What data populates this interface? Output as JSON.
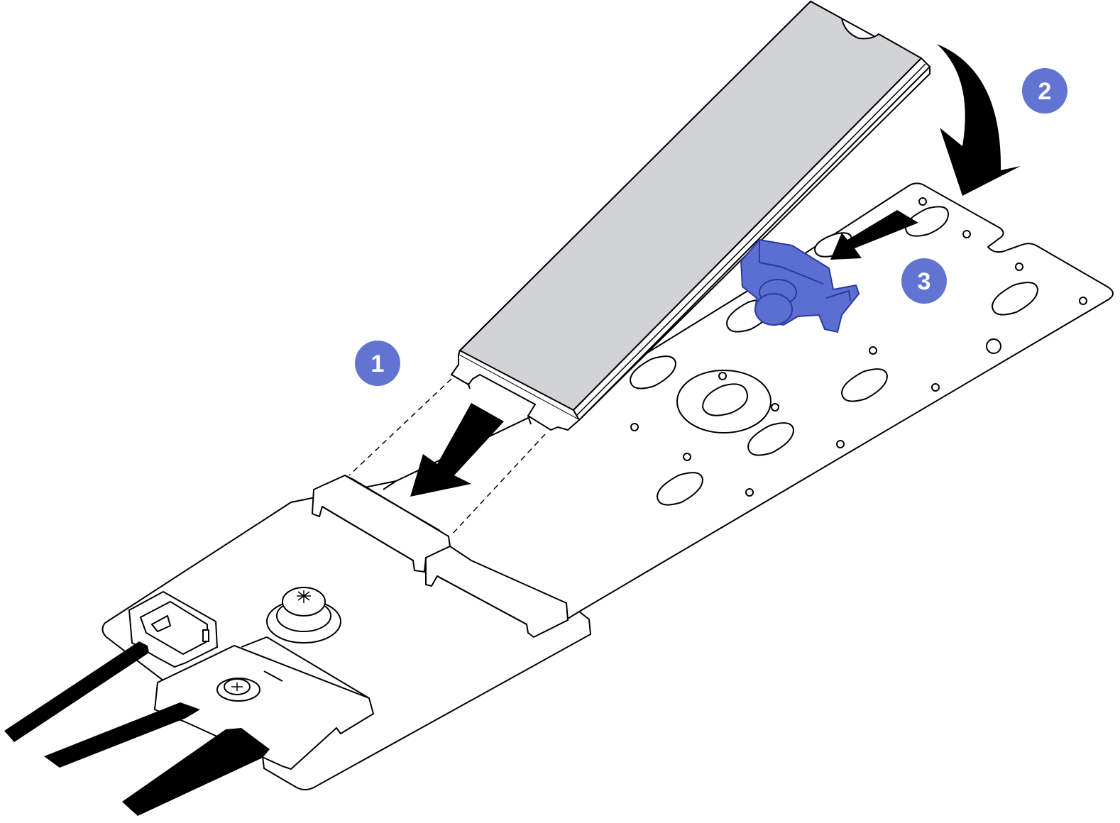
{
  "colors": {
    "line": "#000000",
    "board": "#ffffff",
    "ssd_top": "#d1d3d5",
    "ssd_side": "#ffffff",
    "retainer_fill": "#5b6fd0",
    "retainer_edge": "#2a3aa0",
    "callout_fill": "#6174d1",
    "callout_text": "#ffffff",
    "cable": "#000000"
  },
  "callouts": [
    {
      "label": "1",
      "step": "insert-ssd-into-connector"
    },
    {
      "label": "2",
      "step": "rotate-ssd-down"
    },
    {
      "label": "3",
      "step": "slide-retainer-toward-ssd"
    }
  ],
  "icons": {
    "ssd": "m2-ssd-icon",
    "retainer": "retainer-clip-icon",
    "screw": "screw-icon"
  }
}
